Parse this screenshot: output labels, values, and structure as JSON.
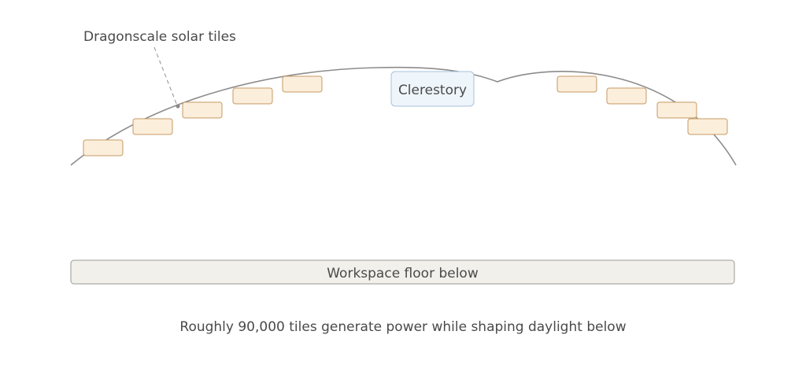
{
  "labels": {
    "tiles_callout": "Dragonscale solar tiles",
    "clerestory": "Clerestory",
    "floor": "Workspace floor below",
    "caption": "Roughly 90,000 tiles generate power while shaping daylight below"
  },
  "colors": {
    "tile_fill": "#fbeedb",
    "tile_stroke": "#c49a64",
    "clerestory_fill": "#eef5fb",
    "clerestory_stroke": "#a7c3dd",
    "floor_fill": "#f1f0eb",
    "roof_line": "#8c8c8c",
    "text": "#4a4a4a"
  }
}
